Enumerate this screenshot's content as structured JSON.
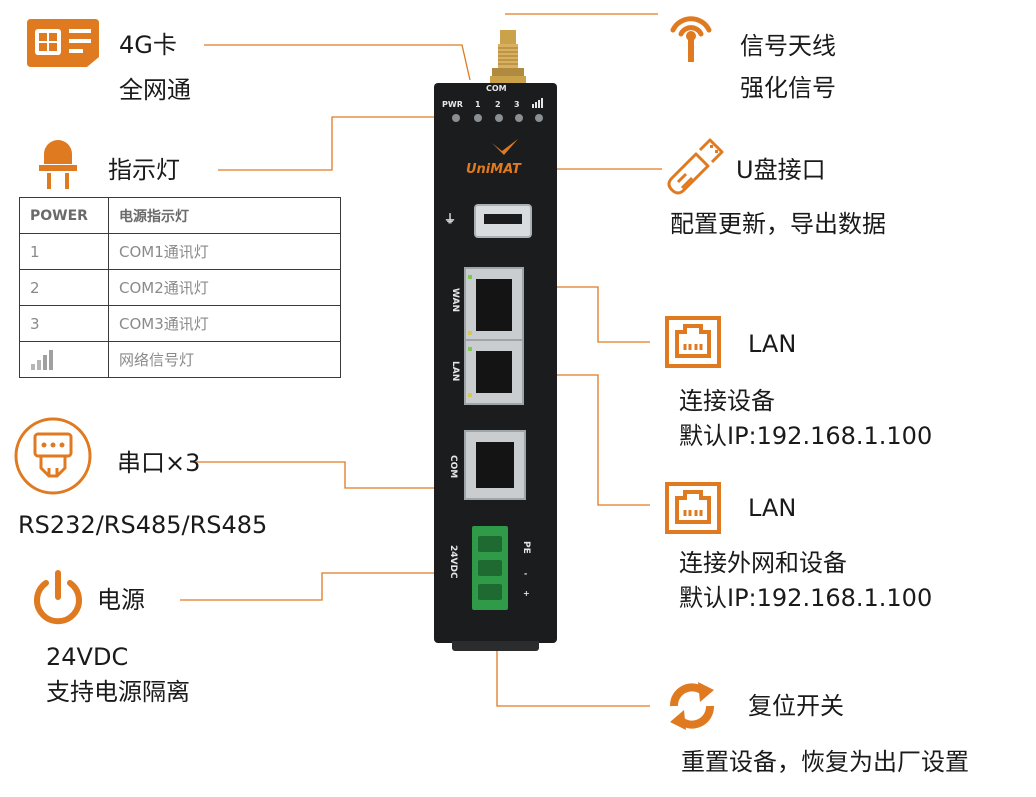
{
  "colors": {
    "accent": "#e07a20",
    "device_body": "#1b1c1e",
    "connector_green": "#2f9a48",
    "led_green": "#7ec850"
  },
  "sim": {
    "icon": "sim-card-icon",
    "title": "4G卡",
    "subtitle": "全网通"
  },
  "antenna": {
    "icon": "antenna-signal-icon",
    "title": "信号天线",
    "subtitle": "强化信号"
  },
  "indicator": {
    "icon": "indicator-light-icon",
    "title": "指示灯",
    "table": [
      {
        "key": "POWER",
        "desc": "电源指示灯"
      },
      {
        "key": "1",
        "desc": "COM1通讯灯"
      },
      {
        "key": "2",
        "desc": "COM2通讯灯"
      },
      {
        "key": "3",
        "desc": "COM3通讯灯"
      },
      {
        "key_icon": "signal-bars-icon",
        "desc": "网络信号灯"
      }
    ]
  },
  "usb": {
    "icon": "usb-drive-icon",
    "title": "U盘接口",
    "subtitle": "配置更新，导出数据"
  },
  "lan1": {
    "icon": "ethernet-port-icon",
    "title": "LAN",
    "line1": "连接设备",
    "line2": "默认IP:192.168.1.100"
  },
  "lan2": {
    "icon": "ethernet-port-icon",
    "title": "LAN",
    "line1": "连接外网和设备",
    "line2": "默认IP:192.168.1.100"
  },
  "serial": {
    "icon": "serial-port-icon",
    "title": "串口×3",
    "subtitle": "RS232/RS485/RS485"
  },
  "power": {
    "icon": "power-icon",
    "title": "电源",
    "line1": "24VDC",
    "line2": "支持电源隔离"
  },
  "reset": {
    "icon": "reset-cycle-icon",
    "title": "复位开关",
    "subtitle": "重置设备，恢复为出厂设置"
  },
  "device": {
    "brand": "UniMAT",
    "led_labels": {
      "pwr": "PWR",
      "com": "COM",
      "n1": "1",
      "n2": "2",
      "n3": "3"
    },
    "port_labels": {
      "wan": "WAN",
      "lan": "LAN",
      "com": "COM",
      "vdc": "24VDC",
      "pe": "PE",
      "minus": "-",
      "plus": "+"
    }
  }
}
